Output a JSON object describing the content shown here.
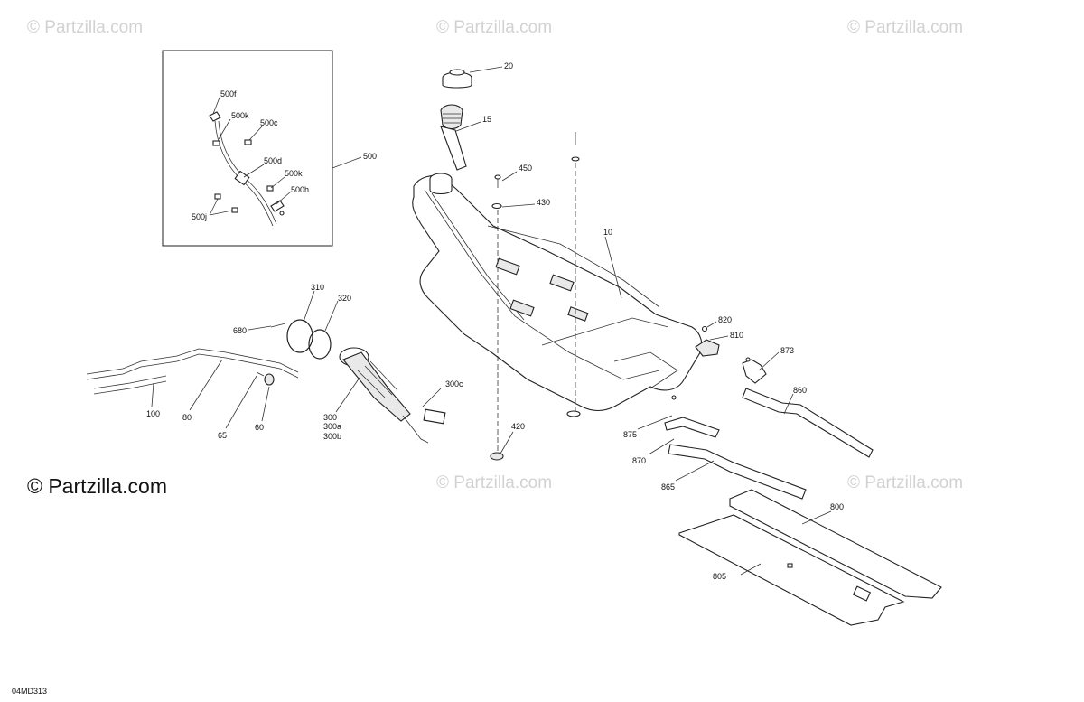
{
  "watermark": "© Partzilla.com",
  "brand_mark": "© Partzilla.com",
  "diagram_code": "04MD313",
  "callouts": {
    "c10": "10",
    "c15": "15",
    "c20": "20",
    "c60": "60",
    "c65": "65",
    "c80": "80",
    "c100": "100",
    "c300": "300",
    "c300a": "300a",
    "c300b": "300b",
    "c300c": "300c",
    "c310": "310",
    "c320": "320",
    "c420": "420",
    "c430": "430",
    "c450": "450",
    "c500": "500",
    "c500c": "500c",
    "c500d": "500d",
    "c500f": "500f",
    "c500h": "500h",
    "c500j": "500j",
    "c500k1": "500k",
    "c500k2": "500k",
    "c680": "680",
    "c800": "800",
    "c805": "805",
    "c810": "810",
    "c820": "820",
    "c860": "860",
    "c865": "865",
    "c870": "870",
    "c873": "873",
    "c875": "875"
  },
  "colors": {
    "line": "#222222",
    "watermark": "#d2d2d2",
    "shade": "#e9e9e9"
  }
}
